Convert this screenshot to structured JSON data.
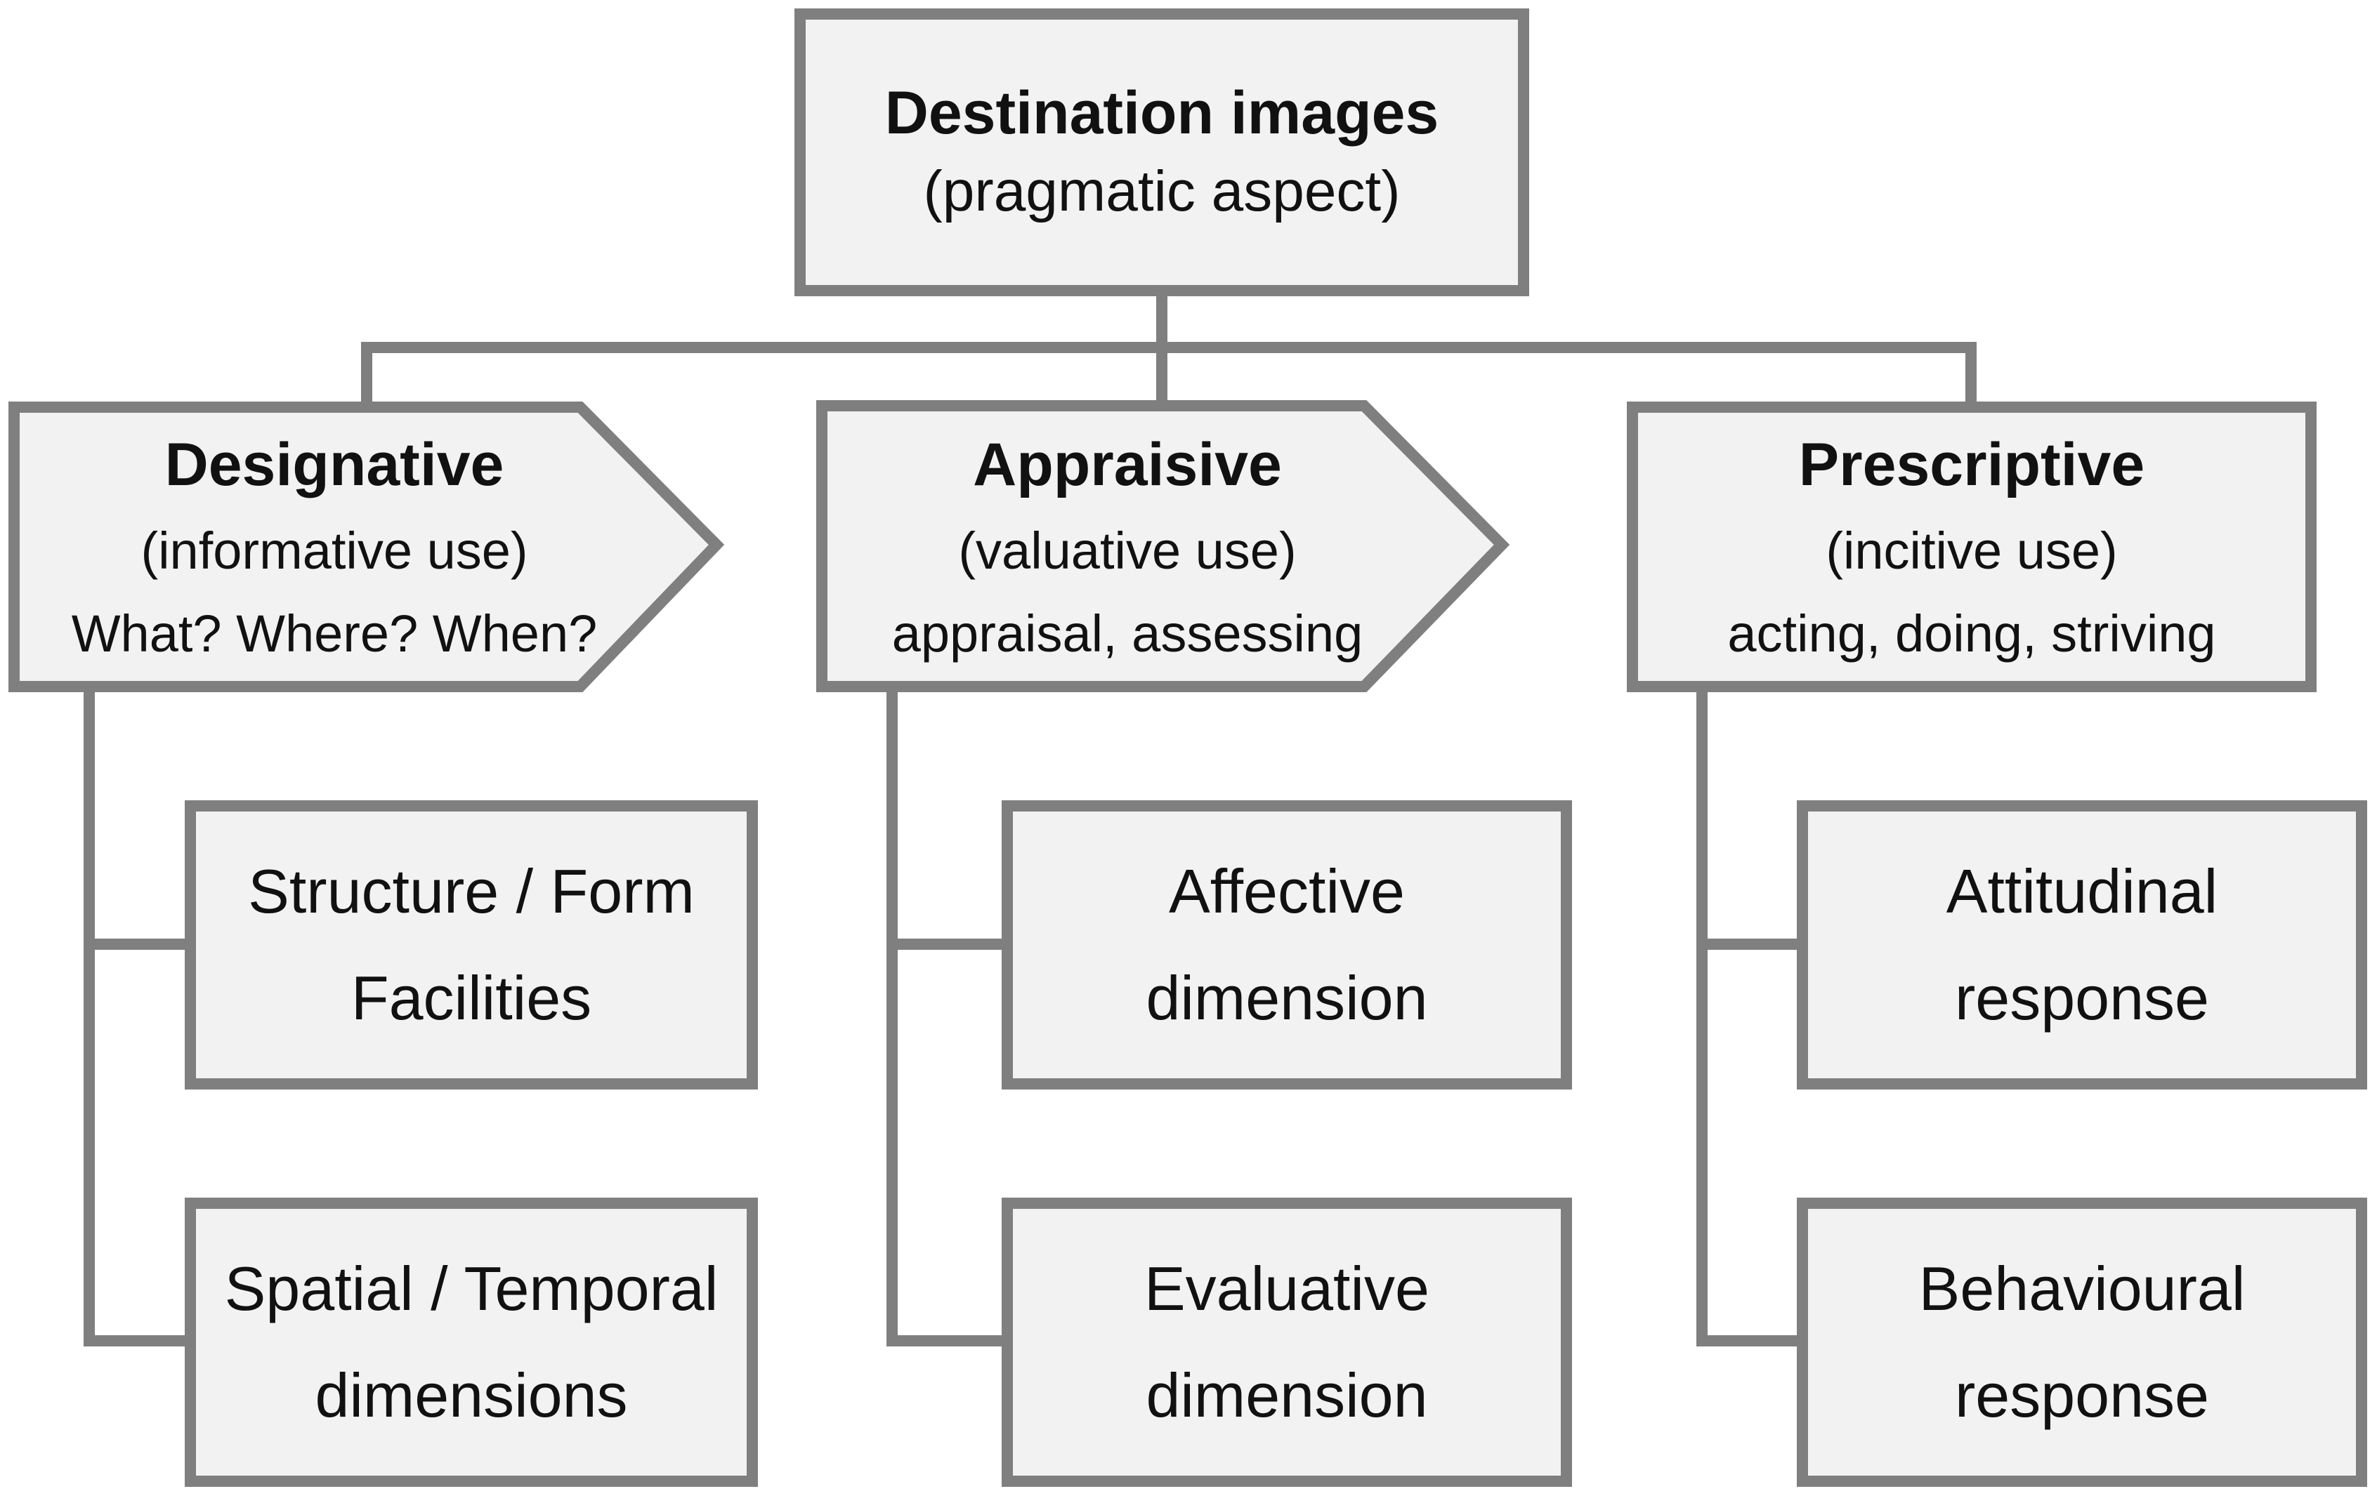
{
  "colors": {
    "stroke": "#7f7f7f",
    "fill": "#f2f2f2",
    "text": "#111111"
  },
  "root": {
    "title": "Destination images",
    "subtitle": "(pragmatic aspect)"
  },
  "categories": [
    {
      "title": "Designative",
      "subtitle": "(informative use)",
      "description": "What? Where? When?",
      "children": [
        {
          "line1": "Structure / Form",
          "line2": "Facilities"
        },
        {
          "line1": "Spatial / Temporal",
          "line2": "dimensions"
        }
      ]
    },
    {
      "title": "Appraisive",
      "subtitle": "(valuative use)",
      "description": "appraisal, assessing",
      "children": [
        {
          "line1": "Affective",
          "line2": "dimension"
        },
        {
          "line1": "Evaluative",
          "line2": "dimension"
        }
      ]
    },
    {
      "title": "Prescriptive",
      "subtitle": "(incitive use)",
      "description": "acting, doing, striving",
      "children": [
        {
          "line1": "Attitudinal",
          "line2": "response"
        },
        {
          "line1": "Behavioural",
          "line2": "response"
        }
      ]
    }
  ]
}
